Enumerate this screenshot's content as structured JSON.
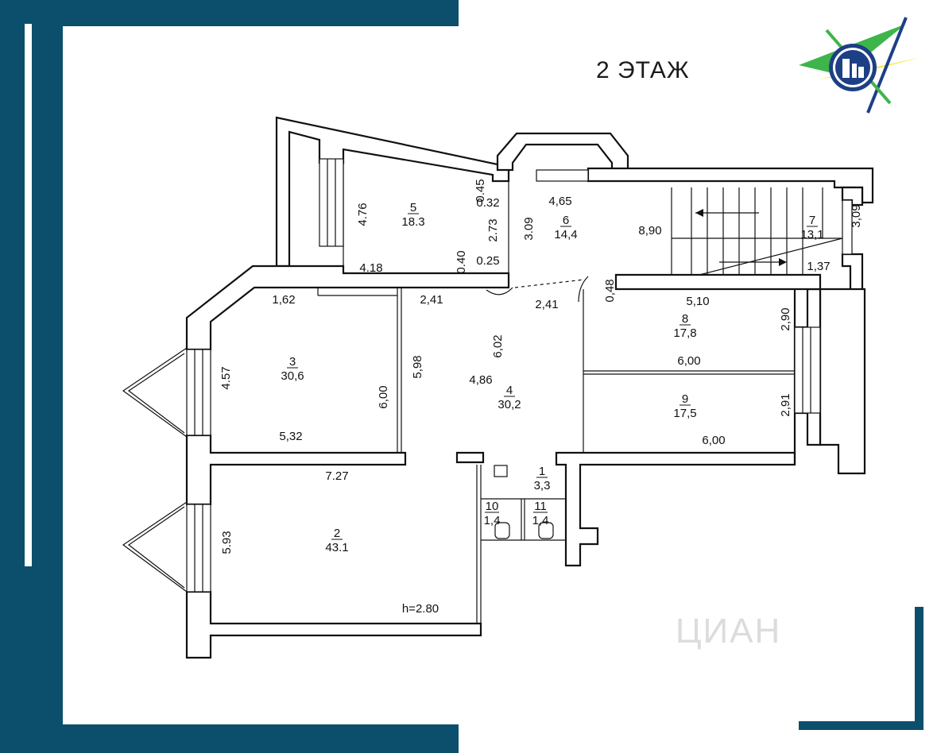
{
  "title": "2 ЭТАЖ",
  "watermark": "ЦИАН",
  "colors": {
    "frame": "#0b4f6c",
    "logo_green": "#3db54a",
    "logo_yellow": "#f5e51b",
    "logo_navy": "#1d3f86"
  },
  "icons": [
    "agency-logo-icon",
    "toilet-icon"
  ],
  "rooms": [
    {
      "id": "r5",
      "no": "5",
      "area": "18.3"
    },
    {
      "id": "r6",
      "no": "6",
      "area": "14,4"
    },
    {
      "id": "r7",
      "no": "7",
      "area": "13,1"
    },
    {
      "id": "r3",
      "no": "3",
      "area": "30,6"
    },
    {
      "id": "r4",
      "no": "4",
      "area": "30,2"
    },
    {
      "id": "r8",
      "no": "8",
      "area": "17,8"
    },
    {
      "id": "r9",
      "no": "9",
      "area": "17,5"
    },
    {
      "id": "r1",
      "no": "1",
      "area": "3,3"
    },
    {
      "id": "r10",
      "no": "10",
      "area": "1,4"
    },
    {
      "id": "r11",
      "no": "11",
      "area": "1,4"
    },
    {
      "id": "r2",
      "no": "2",
      "area": "43.1"
    }
  ],
  "dims": [
    "4.76",
    "4.18",
    "0.45",
    "0.32",
    "2.73",
    "0.40",
    "0.25",
    "3.09",
    "4,65",
    "8,90",
    "3,09",
    "1,37",
    "2,41",
    "2,41",
    "0,48",
    "1,62",
    "4.57",
    "5,32",
    "6,00",
    "5,98",
    "6,02",
    "4,86",
    "5,10",
    "2,90",
    "6,00",
    "2,91",
    "6,00",
    "7.27",
    "5.93"
  ],
  "ceiling": "h=2.80"
}
